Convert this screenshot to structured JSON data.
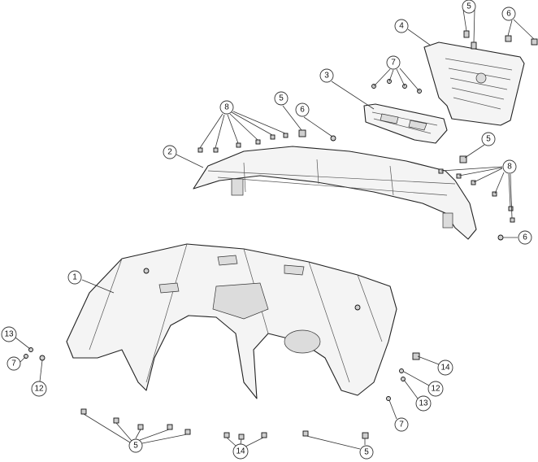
{
  "diagram": {
    "type": "exploded parts diagram",
    "colors": {
      "line": "#222222",
      "fill": "#f4f4f4",
      "shade": "#dcdcdc"
    },
    "callouts": [
      {
        "id": "c1",
        "label": "5"
      },
      {
        "id": "c2",
        "label": "6"
      },
      {
        "id": "c3",
        "label": "4"
      },
      {
        "id": "c4",
        "label": "7"
      },
      {
        "id": "c5",
        "label": "3"
      },
      {
        "id": "c6",
        "label": "8"
      },
      {
        "id": "c7",
        "label": "5"
      },
      {
        "id": "c8",
        "label": "6"
      },
      {
        "id": "c9",
        "label": "2"
      },
      {
        "id": "c10",
        "label": "5"
      },
      {
        "id": "c11",
        "label": "8"
      },
      {
        "id": "c12",
        "label": "6"
      },
      {
        "id": "c13",
        "label": "1"
      },
      {
        "id": "c14",
        "label": "13"
      },
      {
        "id": "c15",
        "label": "7"
      },
      {
        "id": "c16",
        "label": "12"
      },
      {
        "id": "c17",
        "label": "14"
      },
      {
        "id": "c18",
        "label": "12"
      },
      {
        "id": "c19",
        "label": "13"
      },
      {
        "id": "c20",
        "label": "7"
      },
      {
        "id": "c21",
        "label": "5"
      },
      {
        "id": "c22",
        "label": "14"
      },
      {
        "id": "c23",
        "label": "5"
      }
    ]
  }
}
